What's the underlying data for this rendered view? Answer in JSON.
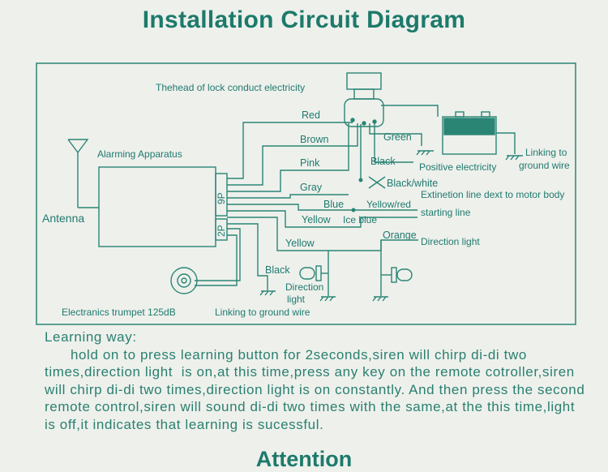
{
  "title": "Installation Circuit Diagram",
  "diagram": {
    "lock_label": "Thehead of lock conduct electricity",
    "alarm_label": "Alarming Apparatus",
    "antenna_label": "Antenna",
    "port_9p": "9P",
    "port_2p": "2P",
    "wire_red": "Red",
    "wire_brown": "Brown",
    "wire_pink": "Pink",
    "wire_gray": "Gray",
    "wire_blue": "Blue",
    "wire_yellow1": "Yellow",
    "wire_yellow2": "Yellow",
    "wire_black_left": "Black",
    "wire_green": "Green",
    "wire_black": "Black",
    "wire_black_white": "Black/white",
    "wire_yellow_red": "Yellow/red",
    "wire_ice_blue": "Ice blue",
    "wire_orange": "Orange",
    "positive": "Positive electricity",
    "extinction": "Extinetion line dext to motor body",
    "starting": "starting line",
    "direction_light_right": "Direction light",
    "direction_light_left_1": "Direction",
    "direction_light_left_2": "light",
    "linking_ground_right_1": "Linking to",
    "linking_ground_right_2": "ground wire",
    "linking_ground_bottom": "Linking to ground wire",
    "trumpet": "Electranics trumpet 125dB"
  },
  "learning": {
    "heading": "Learning way:",
    "body": "      hold on to press learning button for 2seconds,siren will chirp di-di two times,direction light  is on,at this time,press any key on the remote cotroller,siren will chirp di-di two times,direction light is on constantly. And then press the second remote control,siren will sound di-di two times with the same,at the this time,light is off,it indicates that learning is sucessful."
  },
  "attention": "Attention"
}
